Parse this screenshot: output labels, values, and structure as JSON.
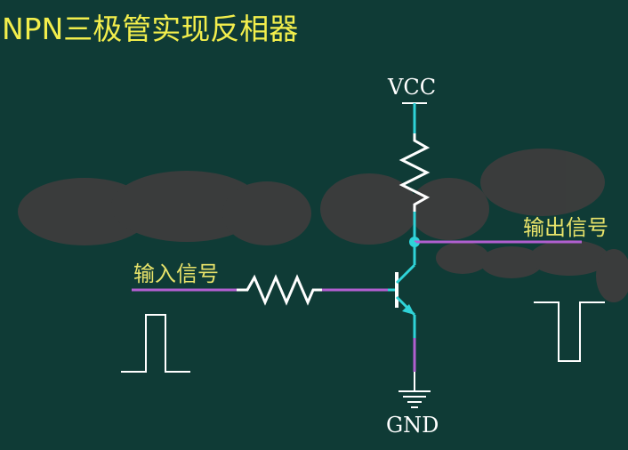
{
  "title": "NPN三极管实现反相器",
  "labels": {
    "vcc": "VCC",
    "gnd": "GND",
    "input_signal": "输入信号",
    "output_signal": "输出信号"
  },
  "colors": {
    "background": "#0f3b36",
    "title": "#f2ee4c",
    "signal_label": "#e8e36a",
    "wire_cyan": "#2fd3d8",
    "wire_purple": "#b15fd0",
    "component_white": "#ffffff",
    "node_dot": "#2fd3d8"
  }
}
